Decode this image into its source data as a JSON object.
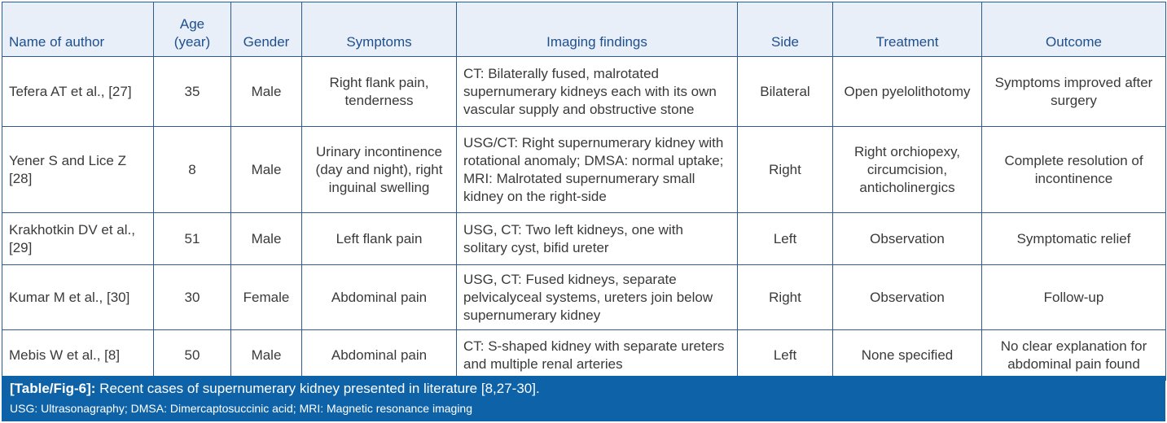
{
  "headers": [
    "Name of author",
    "Age (year)",
    "Gender",
    "Symptoms",
    "Imaging findings",
    "Side",
    "Treatment",
    "Outcome"
  ],
  "rows": [
    {
      "author": "Tefera AT et al., [27]",
      "age": "35",
      "gender": "Male",
      "symptoms": "Right flank pain, tenderness",
      "imaging": "CT: Bilaterally fused, malrotated supernumerary kidneys each with its own vascular supply and obstructive stone",
      "side": "Bilateral",
      "treatment": "Open pyelolithotomy",
      "outcome": "Symptoms improved after surgery"
    },
    {
      "author": "Yener S and Lice Z [28]",
      "age": "8",
      "gender": "Male",
      "symptoms": "Urinary incontinence (day and night), right inguinal swelling",
      "imaging": "USG/CT: Right supernumerary kidney with rotational anomaly; DMSA: normal uptake; MRI: Malrotated supernumerary small kidney on the right-side",
      "side": "Right",
      "treatment": "Right orchiopexy, circumcision, anticholinergics",
      "outcome": "Complete resolution of incontinence"
    },
    {
      "author": "Krakhotkin DV et al., [29]",
      "age": "51",
      "gender": "Male",
      "symptoms": "Left flank pain",
      "imaging": "USG, CT: Two left kidneys, one with solitary cyst, bifid ureter",
      "side": "Left",
      "treatment": "Observation",
      "outcome": "Symptomatic relief"
    },
    {
      "author": "Kumar M et al., [30]",
      "age": "30",
      "gender": "Female",
      "symptoms": "Abdominal pain",
      "imaging": "USG, CT: Fused kidneys, separate pelvicalyceal systems, ureters join below supernumerary kidney",
      "side": "Right",
      "treatment": "Observation",
      "outcome": "Follow-up"
    },
    {
      "author": "Mebis W et al., [8]",
      "age": "50",
      "gender": "Male",
      "symptoms": "Abdominal pain",
      "imaging": "CT: S-shaped kidney with separate ureters and multiple renal arteries",
      "side": "Left",
      "treatment": "None specified",
      "outcome": "No clear explanation for abdominal pain found"
    }
  ],
  "caption": {
    "label": "[Table/Fig-6]:",
    "text": " Recent cases of supernumerary kidney presented in literature [8,27-30].",
    "note": "USG: Ultrasonagraphy; DMSA: Dimercaptosuccinic acid; MRI: Magnetic resonance imaging"
  }
}
